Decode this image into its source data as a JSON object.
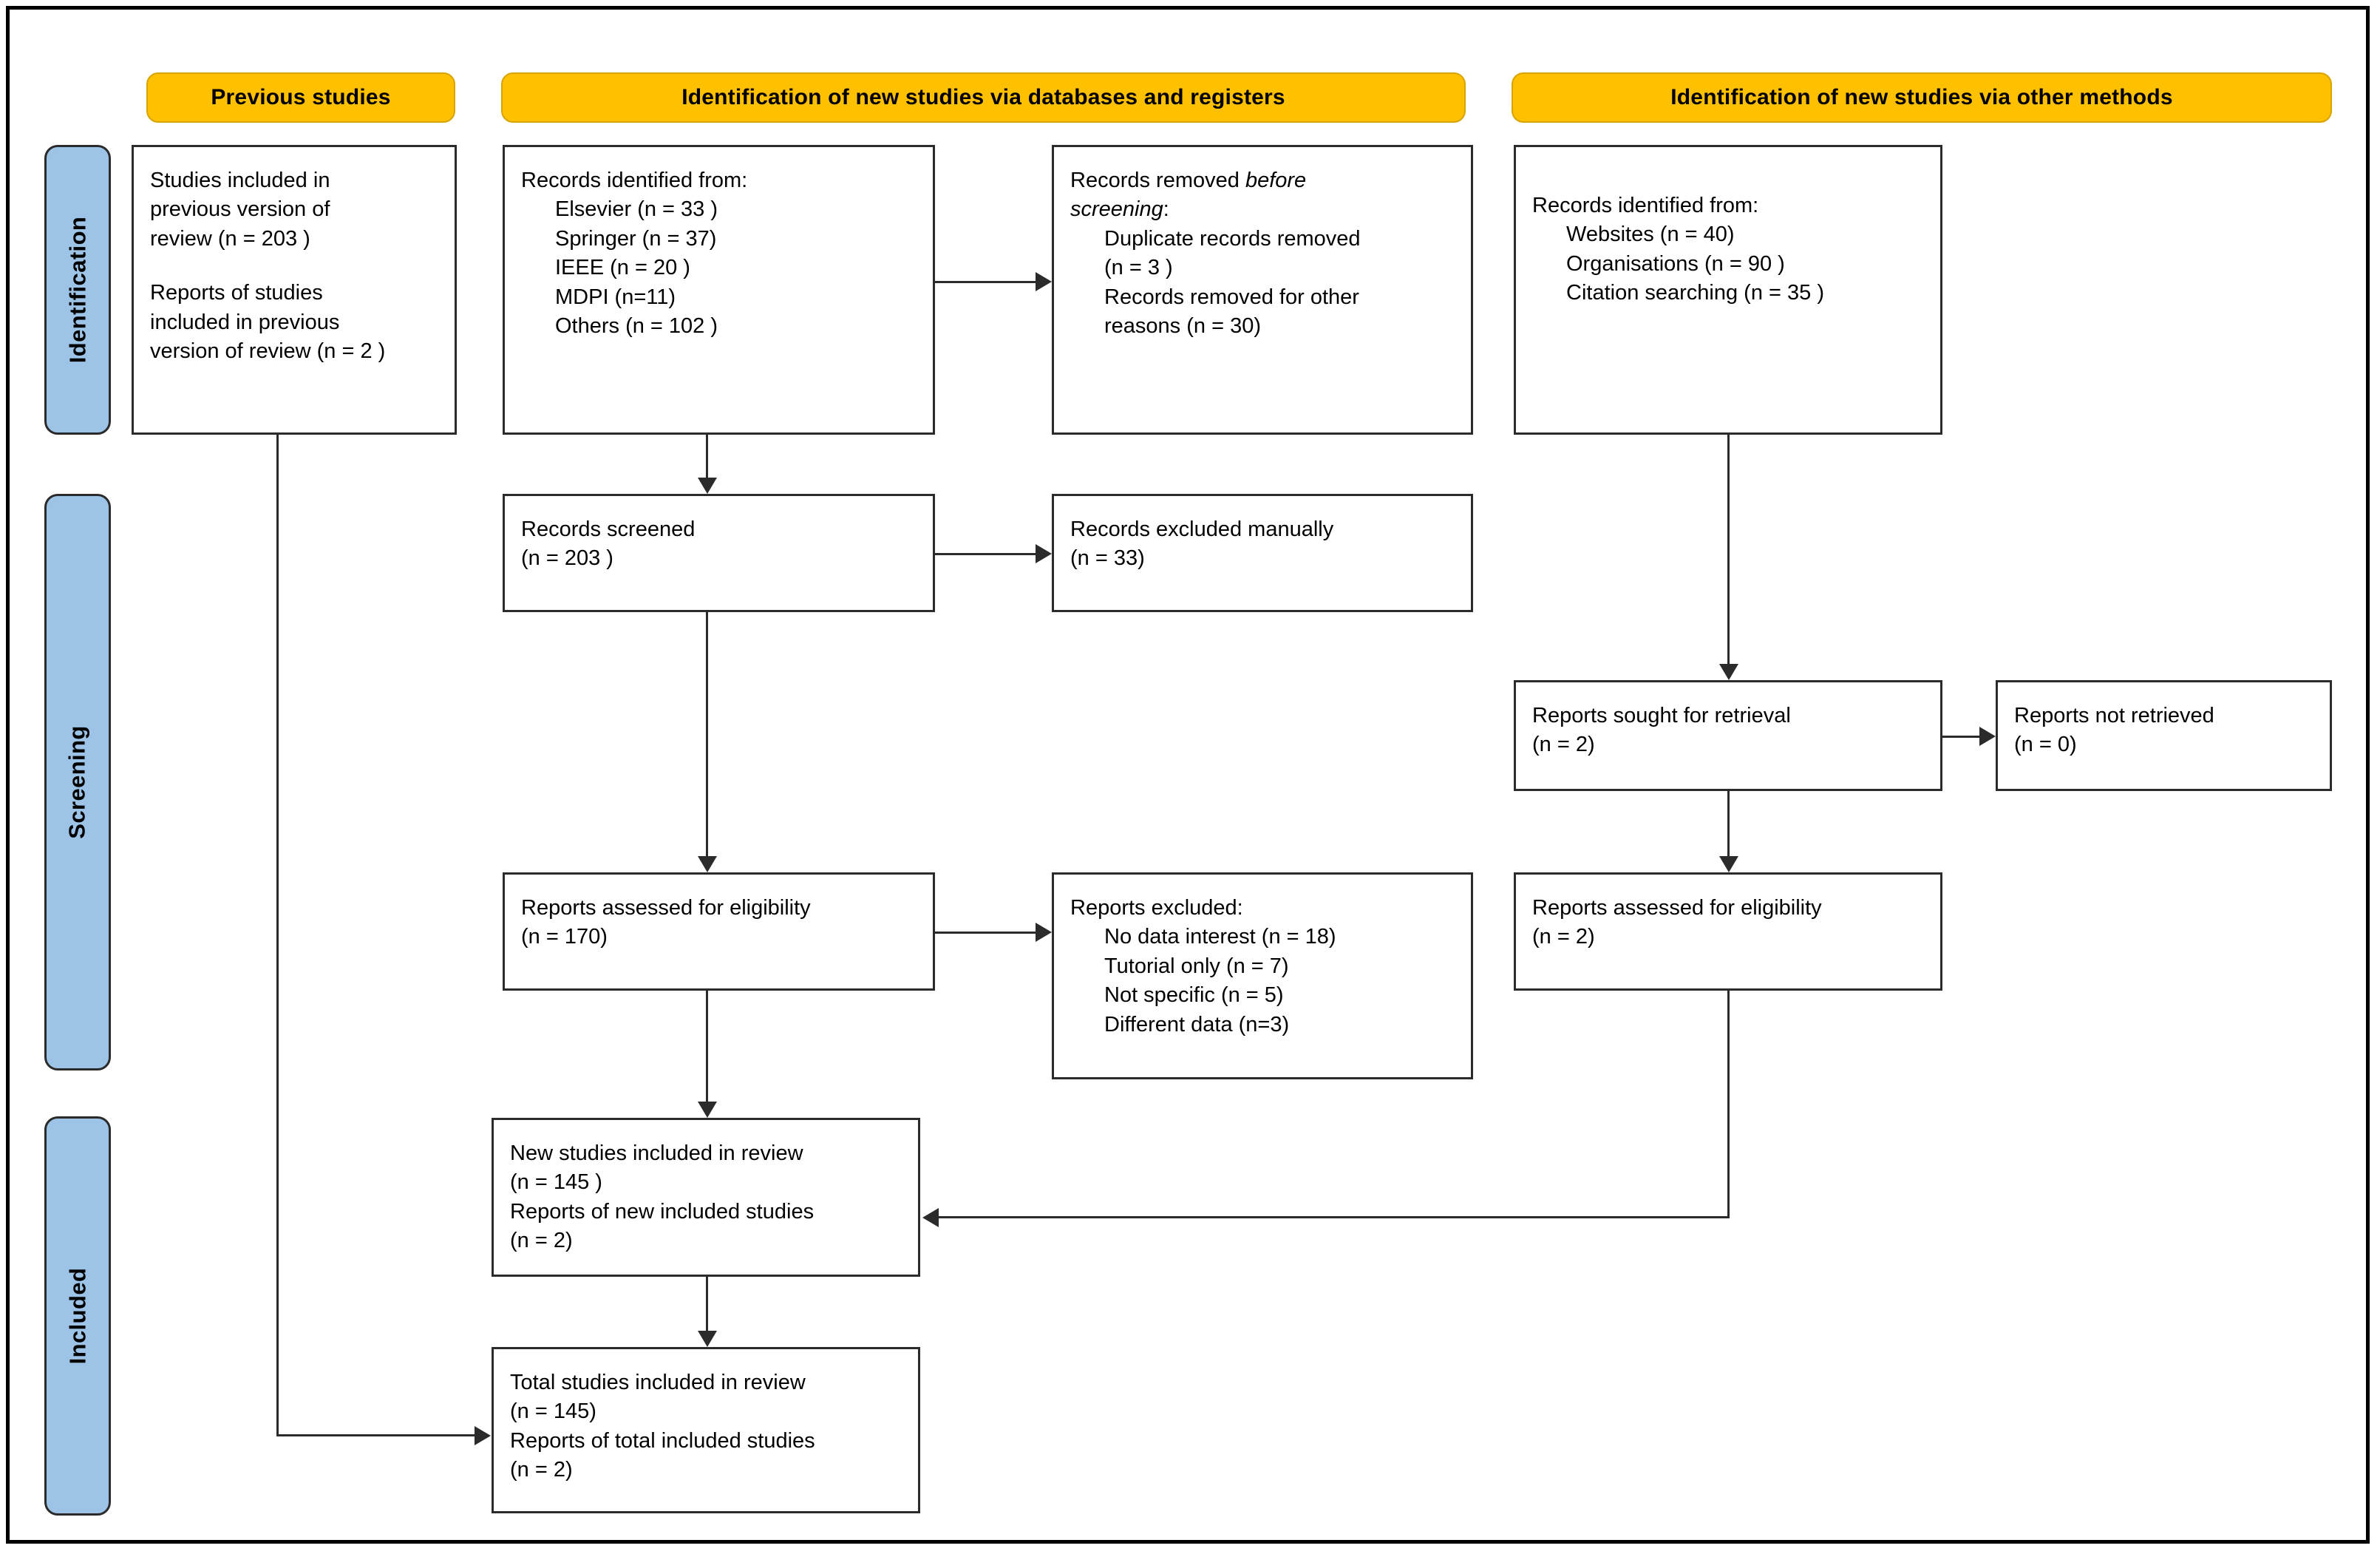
{
  "colors": {
    "banner_bg": "#FFC000",
    "stage_bg": "#9DC3E6",
    "box_border": "#2b2b2b",
    "frame": "#000000",
    "text": "#000000"
  },
  "banners": {
    "previous": "Previous studies",
    "databases": "Identification of new studies via databases and registers",
    "other_methods": "Identification of new studies via other methods"
  },
  "stages": {
    "identification": "Identification",
    "screening": "Screening",
    "included": "Included"
  },
  "boxes": {
    "previous_studies": {
      "line1": "Studies included in",
      "line2": "previous version of",
      "line3": "review (n = 203 )",
      "line4": "Reports of studies",
      "line5": "included in previous",
      "line6": "version of review (n = 2 )"
    },
    "records_identified": {
      "heading": "Records identified from:",
      "items": [
        "Elsevier (n = 33 )",
        "Springer (n = 37)",
        "IEEE (n = 20 )",
        "MDPI (n=11)",
        "Others (n = 102 )"
      ]
    },
    "records_removed": {
      "heading_a": "Records removed ",
      "heading_em1": "before",
      "heading_em2": "screening",
      "heading_b": ":",
      "items": [
        "Duplicate records removed",
        "(n = 3 )",
        "Records removed for other",
        "reasons (n = 30)"
      ]
    },
    "other_identified": {
      "heading": "Records identified from:",
      "items": [
        "Websites (n = 40)",
        "Organisations (n = 90 )",
        "Citation searching (n = 35 )"
      ]
    },
    "records_screened": {
      "line1": "Records screened",
      "line2": "(n = 203 )"
    },
    "records_excluded": {
      "line1": "Records excluded manually",
      "line2": "(n = 33)"
    },
    "reports_sought": {
      "line1": "Reports sought for retrieval",
      "line2": "(n = 2)"
    },
    "reports_not_retrieved": {
      "line1": "Reports not retrieved",
      "line2": "(n = 0)"
    },
    "reports_assessed_db": {
      "line1": "Reports assessed for eligibility",
      "line2": "(n = 170)"
    },
    "reports_excluded": {
      "heading": "Reports excluded:",
      "items": [
        "No data interest (n = 18)",
        "Tutorial only (n = 7)",
        "Not specific (n = 5)",
        "Different data (n=3)"
      ]
    },
    "reports_assessed_other": {
      "line1": "Reports assessed for eligibility",
      "line2": "(n = 2)"
    },
    "new_studies": {
      "line1": "New studies included in review",
      "line2": "(n = 145 )",
      "line3": "Reports of new included studies",
      "line4": "(n = 2)"
    },
    "total_studies": {
      "line1": "Total studies included in review",
      "line2": "(n = 145)",
      "line3": "Reports of total included studies",
      "line4": "(n = 2)"
    }
  }
}
